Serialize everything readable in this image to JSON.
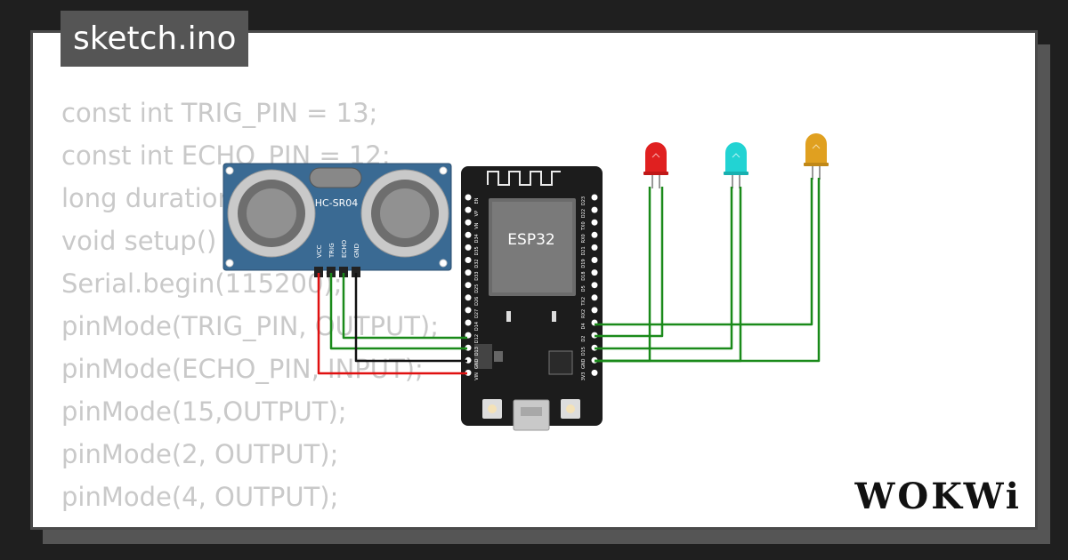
{
  "project": {
    "filename": "sketch.ino"
  },
  "code_lines": [
    "const int TRIG_PIN = 13;",
    "const int ECHO_PIN = 12;",
    "long duration;",
    "void setup() {",
    "Serial.begin(115200);",
    "pinMode(TRIG_PIN, OUTPUT);",
    "pinMode(ECHO_PIN, INPUT);",
    "pinMode(15,OUTPUT);",
    "pinMode(2, OUTPUT);",
    "pinMode(4, OUTPUT);",
    "}"
  ],
  "sensor": {
    "model": "HC-SR04",
    "pins": [
      "VCC",
      "TRIG",
      "ECHO",
      "GND"
    ]
  },
  "board": {
    "chip_label": "ESP32",
    "left_pins": [
      "EN",
      "VP",
      "VN",
      "D34",
      "D35",
      "D32",
      "D33",
      "D25",
      "D26",
      "D27",
      "D14",
      "D12",
      "D13",
      "GND",
      "VIN"
    ],
    "right_pins": [
      "D23",
      "D22",
      "TX0",
      "RX0",
      "D21",
      "D19",
      "D18",
      "D5",
      "TX2",
      "RX2",
      "D4",
      "D2",
      "D15",
      "GND",
      "3V3"
    ]
  },
  "leds": [
    {
      "color_name": "red",
      "color": "#e02020"
    },
    {
      "color_name": "cyan",
      "color": "#22d3d3"
    },
    {
      "color_name": "yellow",
      "color": "#e0a020"
    }
  ],
  "wires": {
    "power": "#e01010",
    "ground": "#111111",
    "signal": "#1a8a1a"
  },
  "brand": {
    "logo": "WOKWi"
  }
}
